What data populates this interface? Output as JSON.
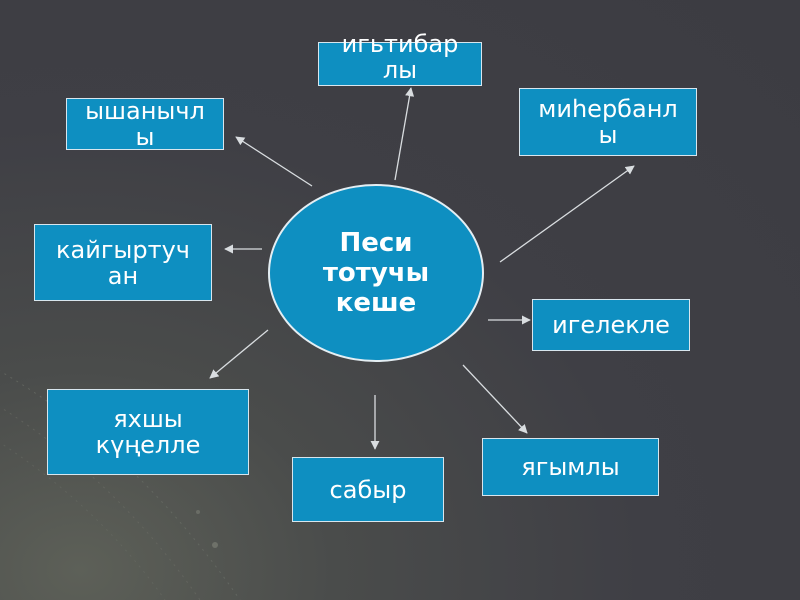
{
  "center": {
    "lines": [
      "Песи",
      "тотучы",
      "кеше"
    ]
  },
  "nodes": {
    "ygtibarly": [
      "игьтибар",
      "лы"
    ],
    "yshanychly": [
      "ышанычл",
      "ы"
    ],
    "mirbanly": [
      "миһербанл",
      "ы"
    ],
    "kaygyrtuchan": [
      "кайгыртуч",
      "ан"
    ],
    "igelekle": [
      "игелекле"
    ],
    "yakhshy": [
      "яхшы",
      "күңелле"
    ],
    "sabyr": [
      "сабыр"
    ],
    "yagymly": [
      "ягымлы"
    ]
  },
  "colors": {
    "node_fill": "#0e8fc1",
    "node_border": "#d8e6ee",
    "arrow": "#d9dde0",
    "background": "#3e3e44"
  }
}
